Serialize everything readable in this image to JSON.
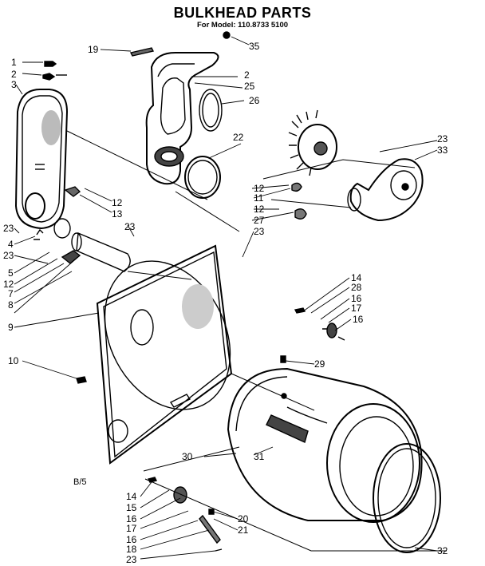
{
  "title": "BULKHEAD PARTS",
  "subtitle": "For Model: 110.8733 5100",
  "diagram_code": "B/5",
  "callouts": [
    {
      "id": "c1",
      "text": "1"
    },
    {
      "id": "c2",
      "text": "2"
    },
    {
      "id": "c3",
      "text": "3"
    },
    {
      "id": "c19",
      "text": "19"
    },
    {
      "id": "c35",
      "text": "35"
    },
    {
      "id": "c2b",
      "text": "2"
    },
    {
      "id": "c25",
      "text": "25"
    },
    {
      "id": "c26",
      "text": "26"
    },
    {
      "id": "c22",
      "text": "22"
    },
    {
      "id": "c23a",
      "text": "23"
    },
    {
      "id": "c33",
      "text": "33"
    },
    {
      "id": "c12a",
      "text": "12"
    },
    {
      "id": "c11",
      "text": "11"
    },
    {
      "id": "c12b",
      "text": "12"
    },
    {
      "id": "c27",
      "text": "27"
    },
    {
      "id": "c23b",
      "text": "23"
    },
    {
      "id": "c12c",
      "text": "12"
    },
    {
      "id": "c13",
      "text": "13"
    },
    {
      "id": "c23c",
      "text": "23"
    },
    {
      "id": "c23d",
      "text": "23"
    },
    {
      "id": "c4",
      "text": "4"
    },
    {
      "id": "c23e",
      "text": "23"
    },
    {
      "id": "c5",
      "text": "5"
    },
    {
      "id": "c12d",
      "text": "12"
    },
    {
      "id": "c7",
      "text": "7"
    },
    {
      "id": "c8",
      "text": "8"
    },
    {
      "id": "c9",
      "text": "9"
    },
    {
      "id": "c10",
      "text": "10"
    },
    {
      "id": "c14a",
      "text": "14"
    },
    {
      "id": "c28",
      "text": "28"
    },
    {
      "id": "c16a",
      "text": "16"
    },
    {
      "id": "c17a",
      "text": "17"
    },
    {
      "id": "c16b",
      "text": "16"
    },
    {
      "id": "c29",
      "text": "29"
    },
    {
      "id": "c30",
      "text": "30"
    },
    {
      "id": "c31",
      "text": "31"
    },
    {
      "id": "c14b",
      "text": "14"
    },
    {
      "id": "c15",
      "text": "15"
    },
    {
      "id": "c16c",
      "text": "16"
    },
    {
      "id": "c17b",
      "text": "17"
    },
    {
      "id": "c16d",
      "text": "16"
    },
    {
      "id": "c18",
      "text": "18"
    },
    {
      "id": "c23f",
      "text": "23"
    },
    {
      "id": "c20",
      "text": "20"
    },
    {
      "id": "c21",
      "text": "21"
    },
    {
      "id": "c32",
      "text": "32"
    }
  ]
}
